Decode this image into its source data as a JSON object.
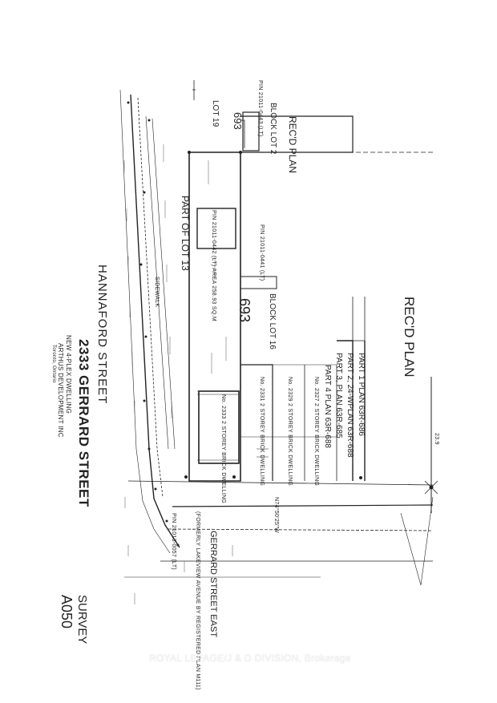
{
  "document": {
    "street_label": "HANNAFORD STREET",
    "address_title": "2333 GERRARD STREET",
    "subtitle_line1": "NEW 4-PLEX DWELLING",
    "subtitle_line2": "ARTHUS DEVELOPMENT INC",
    "subtitle_line3": "Toronto, Ontario",
    "survey_label": "SURVEY",
    "sheet_code": "A050",
    "watermark": "ROYAL LEPAGE/J & D DIVISION, Brokerage"
  },
  "plan": {
    "gerrard_street": "GERRARD STREET EAST",
    "gerrard_note": "(FORMERLY LAKEVIEW AVENUE BY REGISTERED PLAN M111)",
    "pin_gerrard": "PIN 21013-0057 (LT)",
    "recd_plan_top": "REC'D PLAN",
    "block_lot_top": "BLOCK LOT 2",
    "plan_693_top": "693",
    "pin_top": "PIN 21011-0443 (LT)",
    "lot19": "LOT 19",
    "recd_plan_mid": "REC'D PLAN",
    "block_lot_mid": "BLOCK LOT 16",
    "plan_693_mid": "693",
    "pin_mid": "PIN 21011-0441 (LT)",
    "part_of_lot": "PART OF LOT 13",
    "area_label": "PIN 21011-0442 (LT) AREA 258.93 SQ.M",
    "sidewalk": "SIDEWALK",
    "part1": "PART 1 PLAN 63R-686",
    "part2": "PART 2, 24-WPLAN 63R-688",
    "part3": "PART 3, PLAN 63R-685",
    "part4": "PART 4 PLAN 63R-688",
    "dwelling1": "No. 2333 2 STOREY BRICK DWELLING",
    "dwelling2": "No. 2331 2 STOREY BRICK DWELLING",
    "dwelling3": "No. 2329 2 STOREY BRICK DWELLING",
    "dwelling4": "No. 2327 2 STOREY BRICK DWELLING",
    "bearing": "N74°50'25\"W",
    "measure": "23.9"
  }
}
